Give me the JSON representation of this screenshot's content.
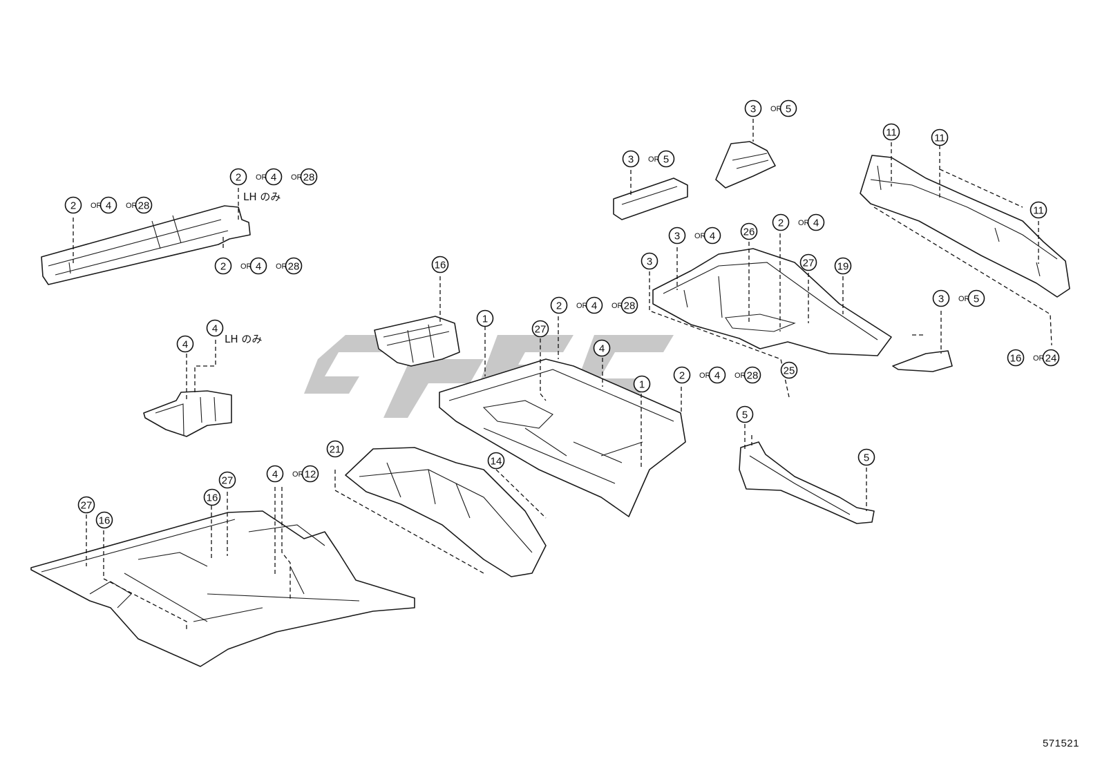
{
  "diagram_id": "571521",
  "note_lh_only": "LH のみ",
  "or_text": "OR",
  "callouts": {
    "c_front_rail_left": [
      "2",
      "4",
      "28"
    ],
    "c_front_rail_top": [
      "2",
      "4",
      "28"
    ],
    "c_front_rail_bottom": [
      "2",
      "4",
      "28"
    ],
    "c_bracket_4a": [
      "4"
    ],
    "c_bracket_4b": [
      "4"
    ],
    "c_part16_top": [
      "16"
    ],
    "c_pan_1a": [
      "1"
    ],
    "c_pan_27": [
      "27"
    ],
    "c_pan_2_4_28": [
      "2",
      "4",
      "28"
    ],
    "c_pan_4": [
      "4"
    ],
    "c_pan_1b": [
      "1"
    ],
    "c_pan_2_4_28_b": [
      "2",
      "4",
      "28"
    ],
    "c_tunnel_21": [
      "21"
    ],
    "c_tunnel_14": [
      "14"
    ],
    "c_floor_27a": [
      "27"
    ],
    "c_floor_16a": [
      "16"
    ],
    "c_floor_27b": [
      "27"
    ],
    "c_floor_16b": [
      "16"
    ],
    "c_floor_4_12": [
      "4",
      "12"
    ],
    "c_small_3_5": [
      "3",
      "5"
    ],
    "c_small_3_5b": [
      "3",
      "5"
    ],
    "c_rear_3": [
      "3"
    ],
    "c_rear_3_4": [
      "3",
      "4"
    ],
    "c_rear_26": [
      "26"
    ],
    "c_rear_2_4": [
      "2",
      "4"
    ],
    "c_rear_27": [
      "27"
    ],
    "c_rear_19": [
      "19"
    ],
    "c_rear_25": [
      "25"
    ],
    "c_member_11a": [
      "11"
    ],
    "c_member_11b": [
      "11"
    ],
    "c_member_11c": [
      "11"
    ],
    "c_member_16_24": [
      "16",
      "24"
    ],
    "c_bracket_3_5": [
      "3",
      "5"
    ],
    "c_rail_5a": [
      "5"
    ],
    "c_rail_5b": [
      "5"
    ]
  }
}
